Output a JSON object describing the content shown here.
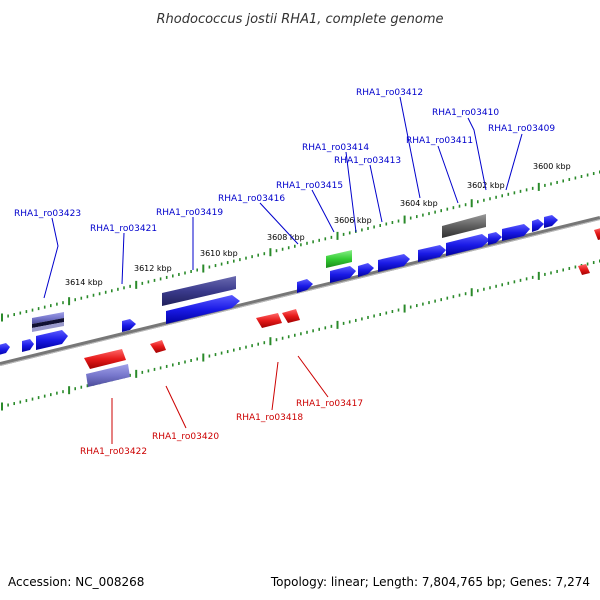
{
  "title": "Rhodococcus jostii RHA1, complete genome",
  "footer": {
    "accession": "Accession: NC_008268",
    "summary": "Topology: linear; Length: 7,804,765 bp; Genes: 7,274"
  },
  "colors": {
    "forward_gene": "#1a1ae6",
    "reverse_gene": "#e61a1a",
    "selected_gene": "#33cc33",
    "rna_gene": "#606060",
    "dark_feature": "#3a3a8c",
    "light_feature": "#7777cc",
    "backbone": "#777777",
    "tick": "#2a8a2a",
    "label_blue": "#0000cc",
    "label_red": "#cc0000"
  },
  "tick_labels": [
    "3600 kbp",
    "3602 kbp",
    "3604 kbp",
    "3606 kbp",
    "3608 kbp",
    "3610 kbp",
    "3612 kbp",
    "3614 kbp"
  ],
  "top_labels": [
    "RHA1_ro03412",
    "RHA1_ro03410",
    "RHA1_ro03411",
    "RHA1_ro03409",
    "RHA1_ro03414",
    "RHA1_ro03413",
    "RHA1_ro03415",
    "RHA1_ro03416",
    "RHA1_ro03419",
    "RHA1_ro03421",
    "RHA1_ro03423"
  ],
  "bottom_labels": [
    "RHA1_ro03417",
    "RHA1_ro03418",
    "RHA1_ro03420",
    "RHA1_ro03422"
  ]
}
